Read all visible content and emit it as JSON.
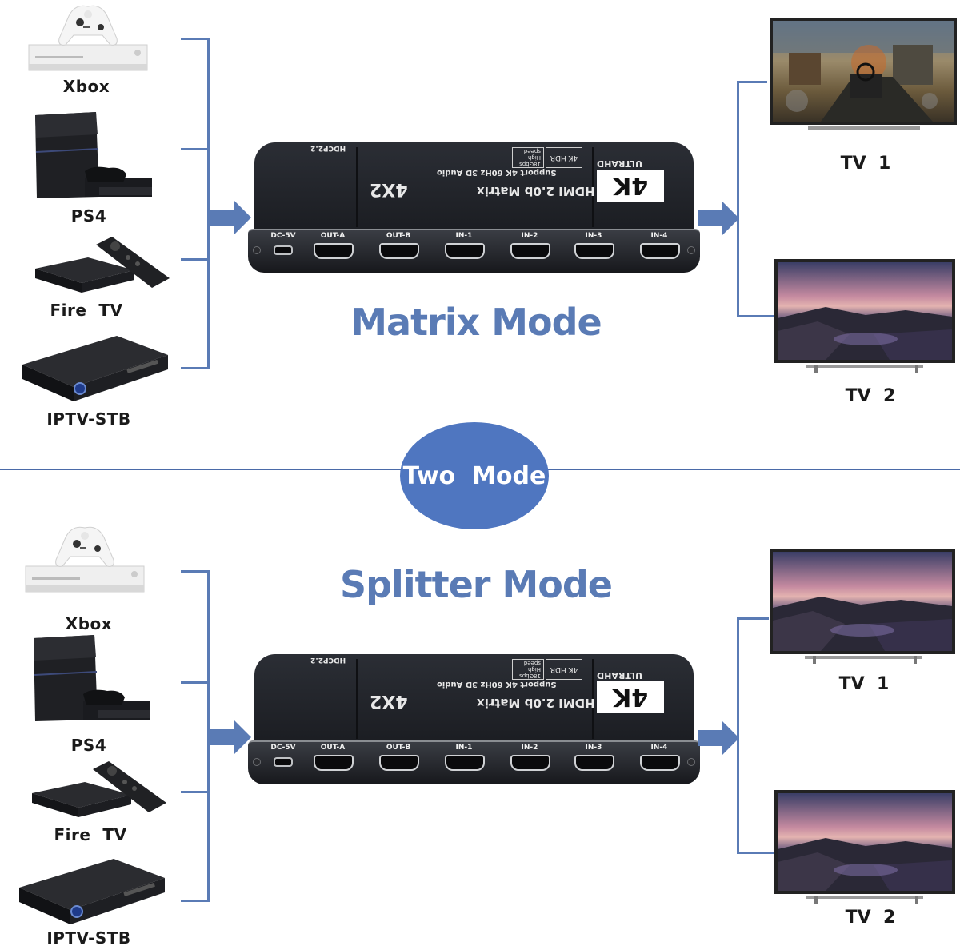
{
  "matrix": {
    "title": "Matrix Mode",
    "sources": [
      "Xbox",
      "PS4",
      "Fire  TV",
      "IPTV-STB"
    ],
    "displays": [
      "TV  1",
      "TV  2"
    ]
  },
  "center_badge": {
    "label": "Two  Mode"
  },
  "splitter": {
    "title": "Splitter Mode",
    "sources": [
      "Xbox",
      "PS4",
      "Fire  TV",
      "IPTV-STB"
    ],
    "displays": [
      "TV  1",
      "TV  2"
    ]
  },
  "switch_device": {
    "badge_4k": "4K",
    "brand": "ULTRAHD",
    "model": "HDMI 2.0b Matrix",
    "model_ratio": "4X2",
    "support_line": "Support 4K 60Hz 3D Audio",
    "hdcp": "HDCP2.2",
    "hdr_badge": "4K HDR",
    "speed_badge": "18Gbps High speed",
    "dc_label": "DC-5V",
    "ports": [
      "OUT-A",
      "OUT-B",
      "IN-1",
      "IN-2",
      "IN-3",
      "IN-4"
    ]
  },
  "colors": {
    "accent": "#5a7bb5",
    "badge_fill": "#4f76c0",
    "divider": "#4a6aa8"
  },
  "icons": {
    "arrow": "arrow-right-icon",
    "tv": "tv-icon",
    "console": "console-icon"
  }
}
